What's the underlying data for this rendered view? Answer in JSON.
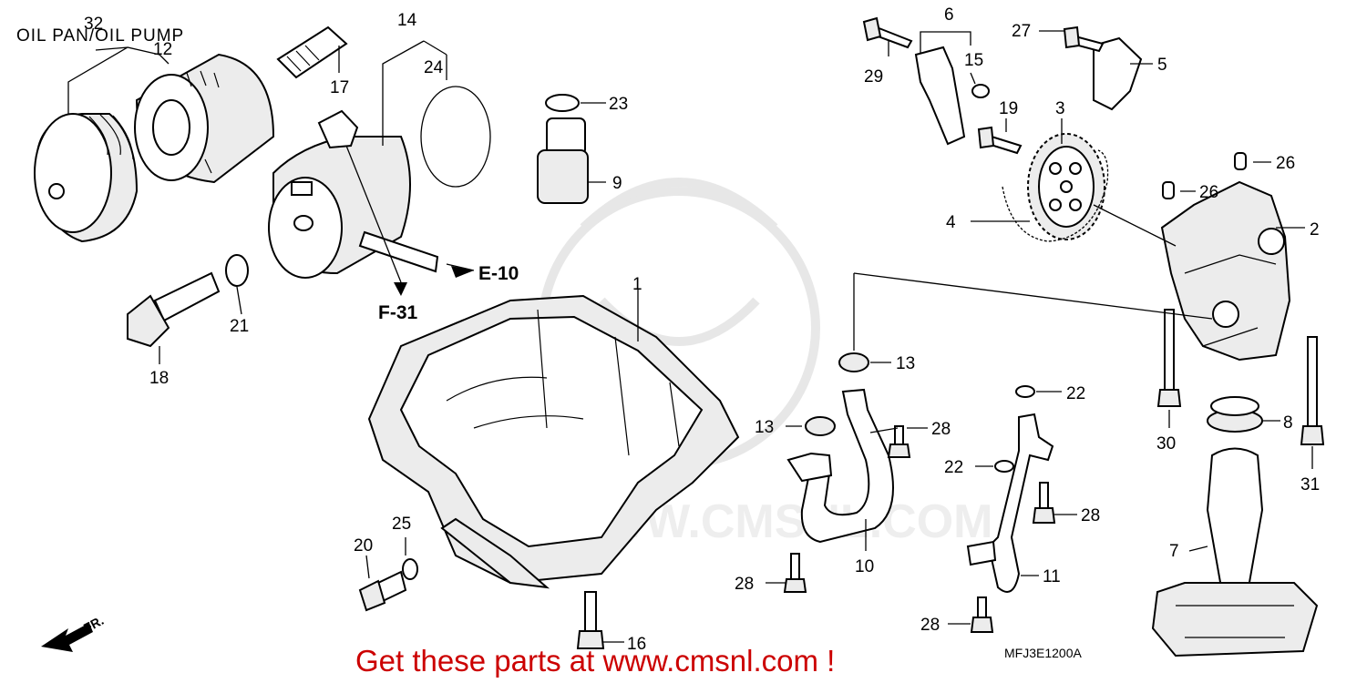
{
  "title": "OIL PAN/OIL PUMP",
  "callouts": {
    "c32": "32",
    "c12": "12",
    "c14": "14",
    "c24": "24",
    "c17": "17",
    "c23": "23",
    "c9": "9",
    "c21": "21",
    "c18": "18",
    "c1": "1",
    "c6": "6",
    "c15": "15",
    "c29": "29",
    "c27": "27",
    "c5": "5",
    "c19": "19",
    "c3": "3",
    "c4": "4",
    "c26a": "26",
    "c26b": "26",
    "c2": "2",
    "c13a": "13",
    "c13b": "13",
    "c28a": "28",
    "c22a": "22",
    "c22b": "22",
    "c28c": "28",
    "c11": "11",
    "c10": "10",
    "c28b": "28",
    "c28d": "28",
    "c8": "8",
    "c30": "30",
    "c31": "31",
    "c7": "7",
    "c25": "25",
    "c20": "20",
    "c16": "16"
  },
  "references": {
    "e10": "E-10",
    "f31": "F-31"
  },
  "front_label": "FR.",
  "diagram_code": "MFJ3E1200A",
  "promo_text": "Get these parts at www.cmsnl.com !",
  "colors": {
    "promo": "#cc0000",
    "lines": "#000000",
    "background": "#ffffff"
  }
}
